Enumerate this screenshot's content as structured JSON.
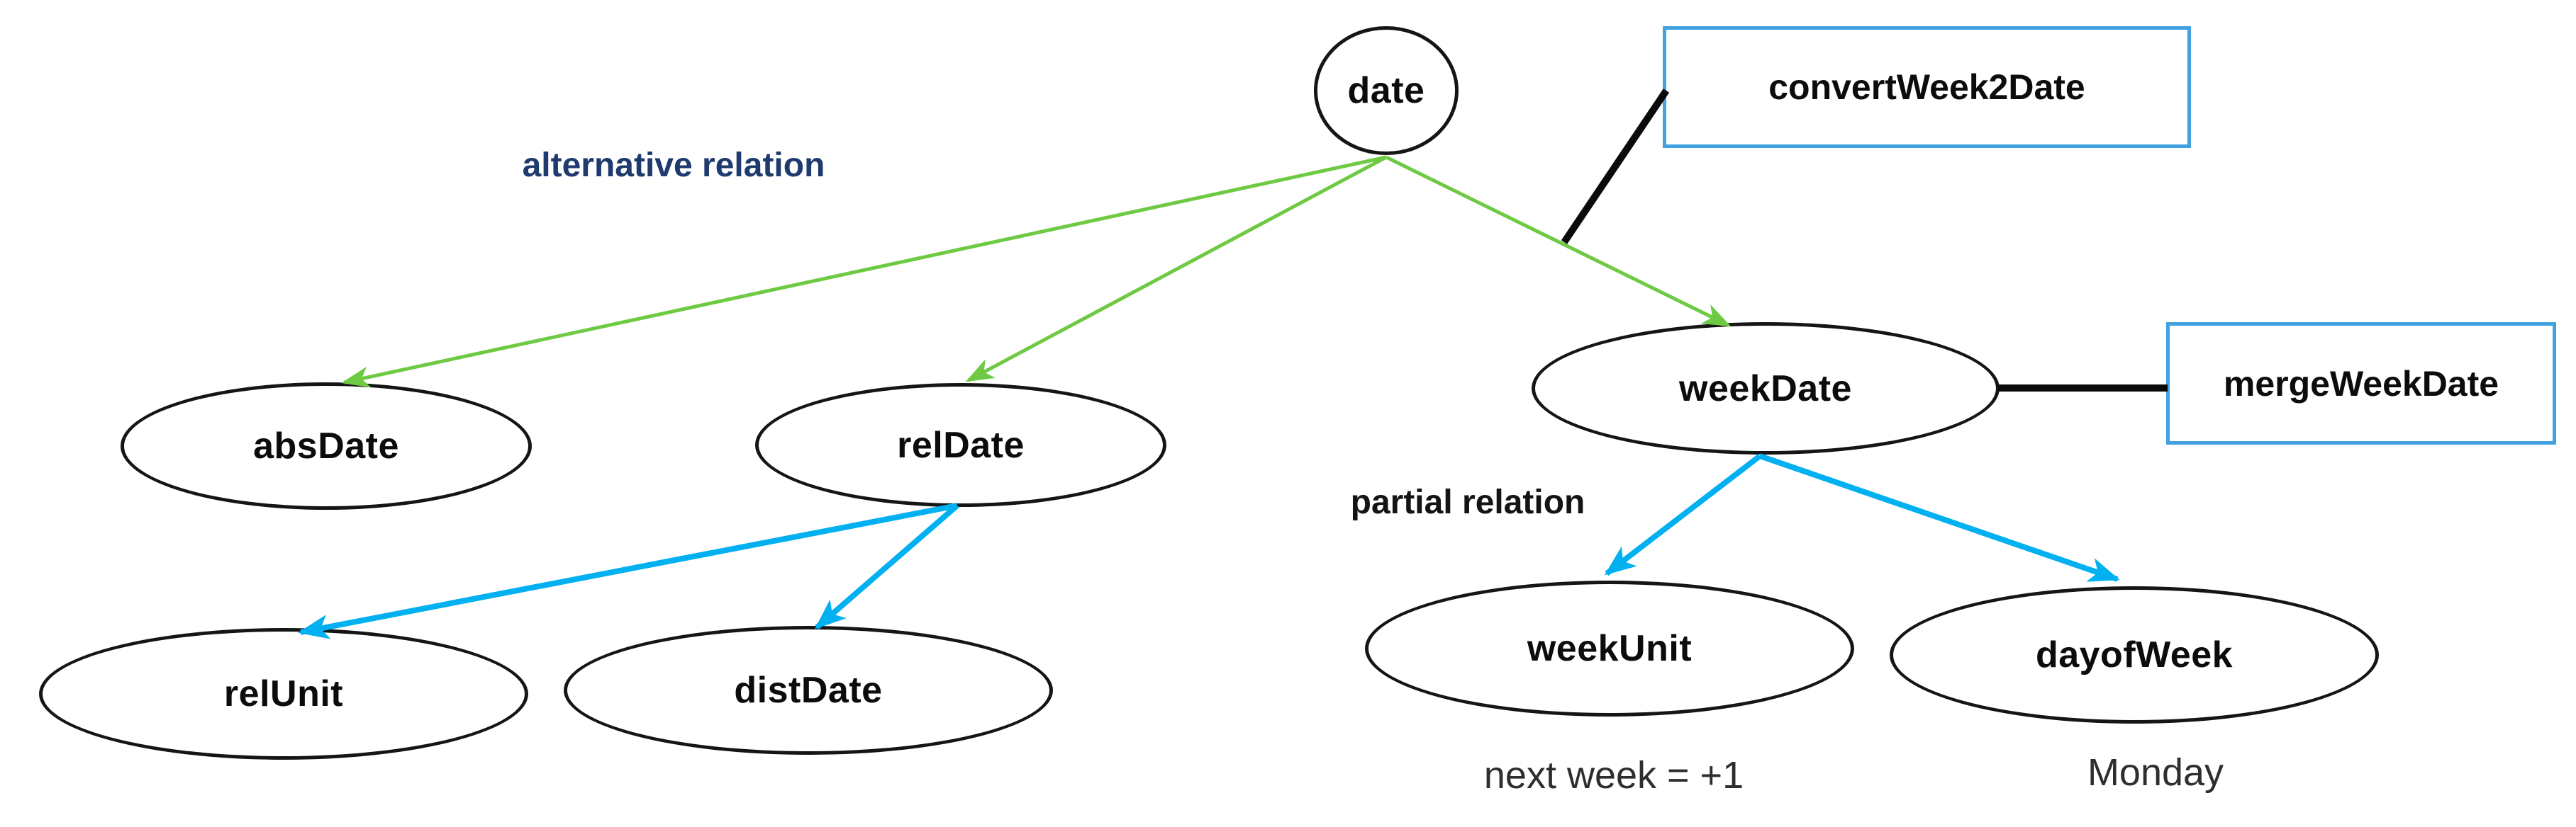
{
  "colors": {
    "green": "#6ec943",
    "blue": "#00b0f0",
    "boxblue": "#42a2e0",
    "navy": "#1f3a6e",
    "ink": "#0c0c0c"
  },
  "nodes": {
    "date": {
      "label": "date"
    },
    "absDate": {
      "label": "absDate"
    },
    "relDate": {
      "label": "relDate"
    },
    "weekDate": {
      "label": "weekDate"
    },
    "relUnit": {
      "label": "relUnit"
    },
    "distDate": {
      "label": "distDate"
    },
    "weekUnit": {
      "label": "weekUnit"
    },
    "dayofWeek": {
      "label": "dayofWeek"
    }
  },
  "function_boxes": {
    "convertWeek2Date": {
      "label": "convertWeek2Date"
    },
    "mergeWeekDate": {
      "label": "mergeWeekDate"
    }
  },
  "annotations": {
    "alternative_relation": "alternative relation",
    "partial_relation": "partial relation",
    "week_unit_example": "next week = +1",
    "day_of_week_example": "Monday"
  },
  "edges": [
    {
      "from": "date",
      "to": "absDate",
      "type": "alternative relation",
      "color": "green"
    },
    {
      "from": "date",
      "to": "relDate",
      "type": "alternative relation",
      "color": "green"
    },
    {
      "from": "date",
      "to": "weekDate",
      "type": "alternative relation",
      "color": "green"
    },
    {
      "from": "relDate",
      "to": "relUnit",
      "type": "partial relation",
      "color": "blue"
    },
    {
      "from": "relDate",
      "to": "distDate",
      "type": "partial relation",
      "color": "blue"
    },
    {
      "from": "weekDate",
      "to": "weekUnit",
      "type": "partial relation",
      "color": "blue"
    },
    {
      "from": "weekDate",
      "to": "dayofWeek",
      "type": "partial relation",
      "color": "blue"
    },
    {
      "from": "convertWeek2Date",
      "to": "date-weekDate-edge",
      "type": "function attachment",
      "color": "black"
    },
    {
      "from": "weekDate",
      "to": "mergeWeekDate",
      "type": "function attachment",
      "color": "black"
    }
  ]
}
